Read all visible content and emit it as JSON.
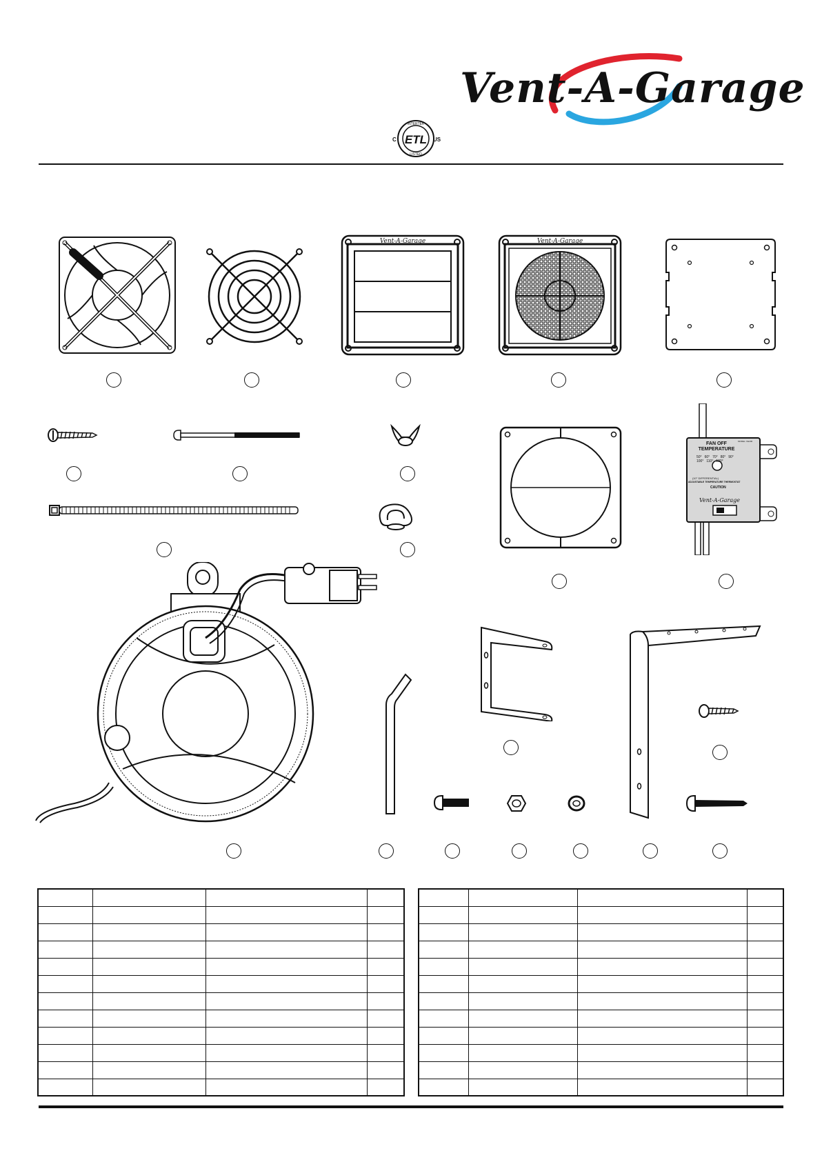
{
  "brand": {
    "logo_text": "Vent-A-Garage",
    "logo_colors": {
      "red": "#e0232e",
      "blue": "#2aa6e0"
    }
  },
  "certification": {
    "mark": "ETL",
    "ring_text": "INTERTEK",
    "ring_text_bottom": "LISTED",
    "left": "C",
    "right": "US"
  },
  "louver_plate_text": "Vent-A-Garage",
  "filter_plate_text": "Vent-A-Garage",
  "thermostat": {
    "title": "FAN OFF\nTEMPERATURE",
    "model": "MODEL: FE200",
    "scale": [
      "50°",
      "60°",
      "70°",
      "80°",
      "90°",
      "100°",
      "110°",
      "120°"
    ],
    "differential": "(10° DIFFERENTIAL)",
    "subtitle": "ADJUSTABLE TEMPERATURE THERMOSTAT",
    "caution": "CAUTION",
    "brand": "Vent-A-Garage"
  },
  "icons": [
    "fan-icon",
    "finger-guard-icon",
    "louver-vent-icon",
    "filter-vent-icon",
    "mounting-plate-icon",
    "wood-screw-icon",
    "long-machine-screw-icon",
    "wing-nut-icon",
    "cable-tie-icon",
    "cable-clamp-icon",
    "frame-plate-icon",
    "thermostat-icon",
    "cord-reel-icon",
    "hex-key-icon",
    "u-bracket-icon",
    "l-bracket-icon",
    "short-screw-icon",
    "hex-nut-icon",
    "lock-washer-icon",
    "bracket-screw-icon",
    "long-bracket-screw-icon"
  ]
}
